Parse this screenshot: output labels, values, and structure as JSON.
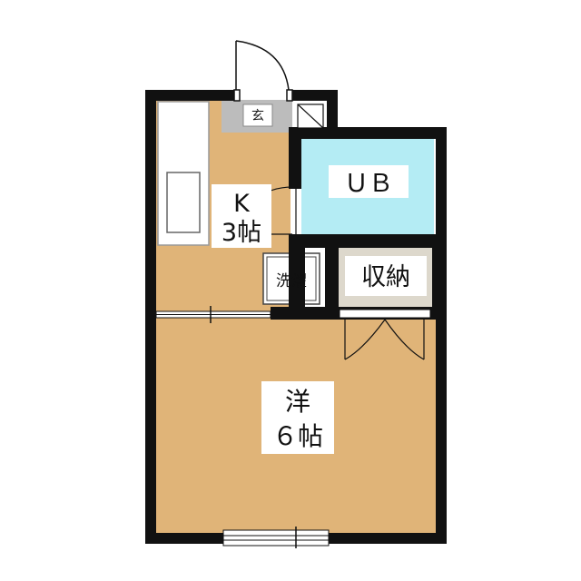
{
  "rooms": {
    "kitchen": {
      "line1": "K",
      "line2": "3帖"
    },
    "bath": {
      "label": "ＵＢ"
    },
    "laundry": {
      "label": "洗濯"
    },
    "storage": {
      "label": "収納"
    },
    "western": {
      "line1": "洋",
      "line2": "６帖"
    }
  },
  "entrance": {
    "label": "玄"
  },
  "colors": {
    "wall": "#111111",
    "floor": "#e0b478",
    "bath": "#b4ecf4",
    "storage_floor": "#ddd8cc",
    "entrance_floor": "#bcbcbc",
    "background": "#ffffff"
  }
}
